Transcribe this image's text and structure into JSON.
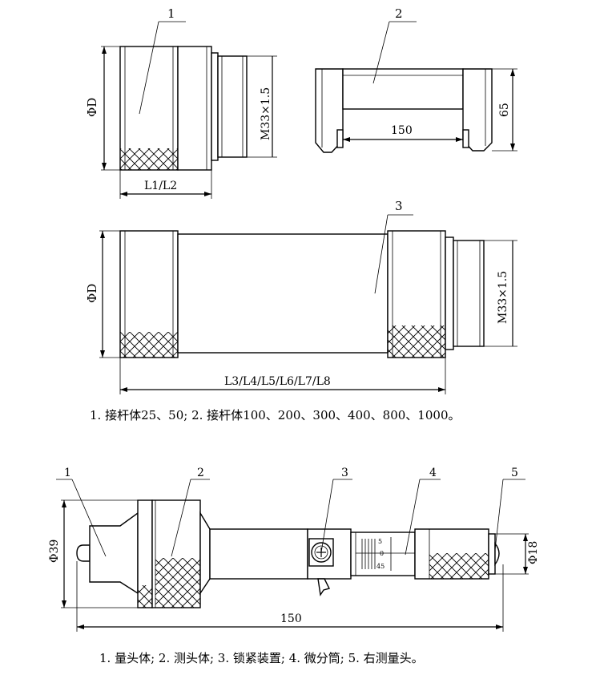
{
  "top": {
    "part1": {
      "callout": "1",
      "dia": "ΦD",
      "thread": "M33×1.5",
      "length": "L1/L2"
    },
    "part2": {
      "callout": "2",
      "length": "150",
      "height": "65"
    },
    "part3": {
      "callout": "3",
      "dia": "ΦD",
      "thread": "M33×1.5",
      "length": "L3/L4/L5/L6/L7/L8"
    },
    "caption": "1. 接杆体25、50; 2. 接杆体100、200、300、400、800、1000。"
  },
  "bottom": {
    "callouts": [
      "1",
      "2",
      "3",
      "4",
      "5"
    ],
    "dia_left": "Φ39",
    "dia_right": "Φ18",
    "length": "150",
    "scale": [
      "5",
      "0",
      "45"
    ],
    "caption": "1. 量头体; 2. 测头体; 3. 锁紧装置; 4. 微分筒; 5. 右测量头。"
  }
}
